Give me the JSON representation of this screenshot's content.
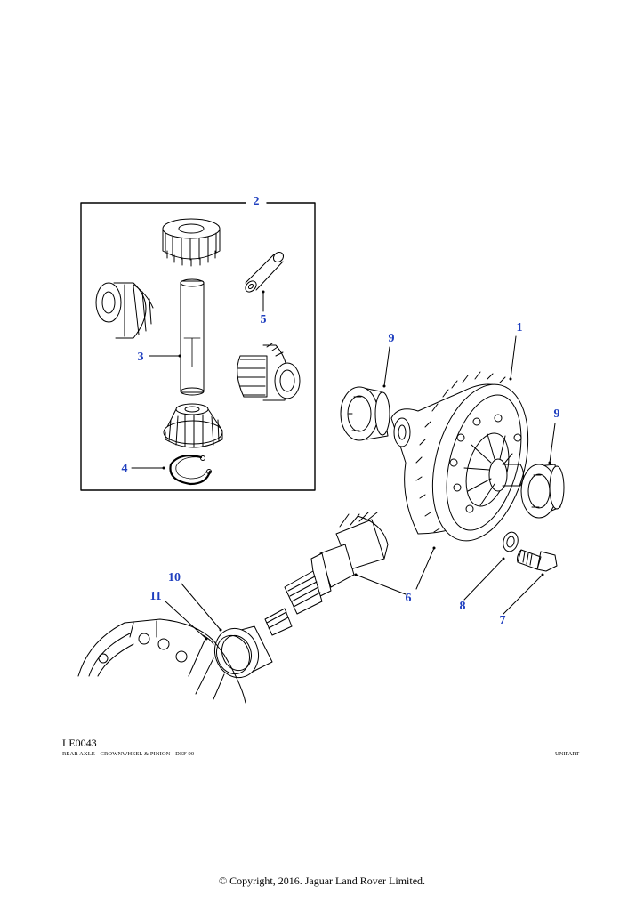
{
  "callouts": [
    {
      "id": "1",
      "label": "1"
    },
    {
      "id": "2",
      "label": "2"
    },
    {
      "id": "3",
      "label": "3"
    },
    {
      "id": "4",
      "label": "4"
    },
    {
      "id": "5",
      "label": "5"
    },
    {
      "id": "6",
      "label": "6"
    },
    {
      "id": "7",
      "label": "7"
    },
    {
      "id": "8",
      "label": "8"
    },
    {
      "id": "9a",
      "label": "9"
    },
    {
      "id": "9b",
      "label": "9"
    },
    {
      "id": "10",
      "label": "10"
    },
    {
      "id": "11",
      "label": "11"
    }
  ],
  "footer": {
    "diagram_code": "LE0043",
    "diagram_title": "REAR AXLE - CROWNWHEEL & PINION - DEF 90",
    "brand": "UNIPART",
    "copyright": "© Copyright, 2016. Jaguar Land Rover Limited."
  },
  "colors": {
    "callout": "#1f3fbf",
    "line": "#000000"
  }
}
